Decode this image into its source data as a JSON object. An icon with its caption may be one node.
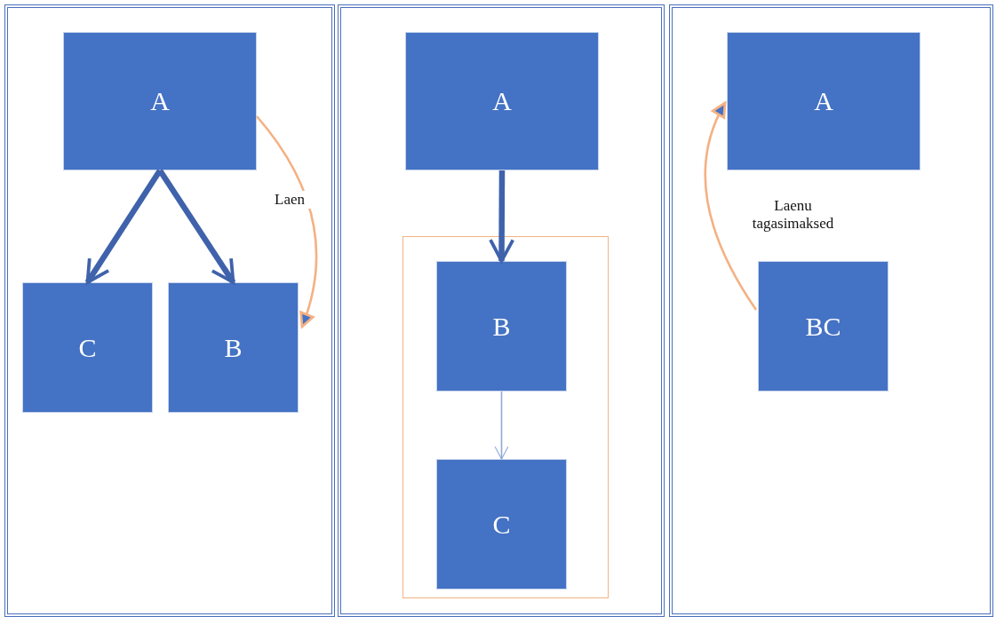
{
  "diagram": {
    "nodes": [
      {
        "text": [],
        "shape": "box"
      },
      {
        "text": [
          "A"
        ],
        "in": 0
      },
      {
        "text": [
          "C"
        ],
        "in": 0
      },
      {
        "text": [
          "B"
        ],
        "in": 0
      },
      {
        "text": [],
        "shape": "box"
      },
      {
        "text": [
          "A"
        ],
        "in": 4
      },
      {
        "text": [],
        "shape": "box",
        "in": 4
      },
      {
        "text": [
          "B"
        ],
        "in": 6
      },
      {
        "text": [
          "C"
        ],
        "in": 6
      },
      {
        "text": [],
        "shape": "box"
      },
      {
        "text": [
          "A"
        ],
        "in": 9
      },
      {
        "text": [
          "BC"
        ],
        "in": 9
      }
    ],
    "edges": [
      {
        "from": 1,
        "to": 2,
        "arrow": "to",
        "style": "thick"
      },
      {
        "from": 1,
        "to": 3,
        "arrow": "to",
        "style": "thick"
      },
      {
        "from": 1,
        "to": 3,
        "arrow": "to",
        "label": "Laen",
        "color": "#f4b183"
      },
      {
        "from": 5,
        "to": 7,
        "arrow": "to",
        "style": "thick"
      },
      {
        "from": 7,
        "to": 8,
        "arrow": "to",
        "color": "#8fa9d6"
      },
      {
        "from": 11,
        "to": 10,
        "arrow": "to",
        "label": "Laenu tagasimaksed",
        "color": "#f4b183"
      }
    ]
  }
}
